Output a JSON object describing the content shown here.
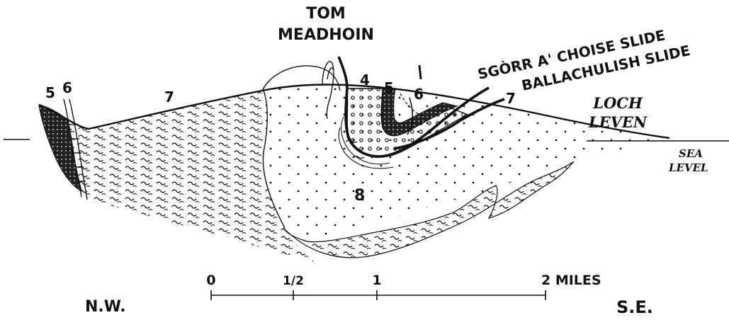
{
  "title": {
    "line1": "TOM",
    "line2": "MEADHOIN"
  },
  "slides": {
    "upper": "SGÒRR A' CHOISE SLIDE",
    "lower": "BALLACHULISH SLIDE"
  },
  "loch": {
    "line1": "LOCH",
    "line2": "LEVEN"
  },
  "sea_level": {
    "line1": "SEA",
    "line2": "LEVEL"
  },
  "units": {
    "left_5": "5",
    "left_6": "6",
    "left_7": "7",
    "center_4": "4",
    "center_5": "5",
    "center_6": "6",
    "right_7": "7",
    "center_8": "8"
  },
  "scale": {
    "tick_0": "0",
    "tick_half": "1/2",
    "tick_1": "1",
    "tick_2": "2 MILES"
  },
  "orientation": {
    "left": "N.W.",
    "right": "S.E."
  },
  "colors": {
    "ink": "#111111",
    "paper": "#ffffff"
  }
}
